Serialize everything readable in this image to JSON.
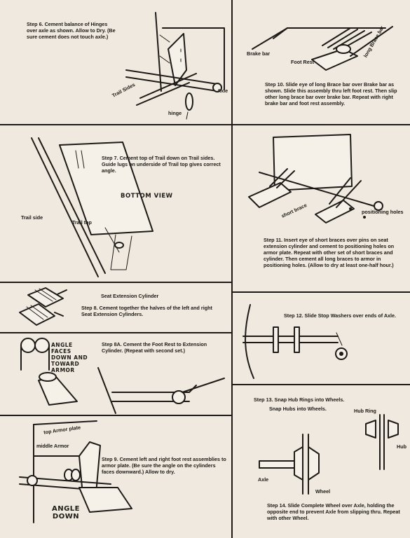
{
  "steps": {
    "s6": "Step 6. Cement balance of Hinges over axle as shown. Allow to Dry. (Be sure cement does not touch axle.)",
    "s7": "Step 7. Cement top of Trail down on Trail sides. Guide lugs on underside of Trail top gives correct angle.",
    "s8": "Step 8. Cement together the halves of the left and right Seat Extension Cylinders.",
    "s8a": "Step 8A. Cement the Foot Rest to Extension Cylinder. (Repeat with second set.)",
    "s9": "Step 9. Cement left and right foot rest assemblies to armor plate. (Be sure the angle on the cylinders faces downward.) Allow to dry.",
    "s10": "Step 10. Slide eye of long Brace bar over Brake bar as shown. Slide this assembly thru left foot rest. Then slip other long brace bar over brake bar. Repeat with right brake bar and foot rest assembly.",
    "s11": "Step 11. Insert eye of short braces over pins on seat extension cylinder and cement to positioning holes on armor plate. Repeat with other set of short braces and cylinder. Then cement all long braces to armor in positioning holes. (Allow to dry at least one-half hour.)",
    "s12": "Step 12. Slide Stop Washers over ends of Axle.",
    "s13": "Step 13. Snap Hub Rings into Wheels.",
    "s13b": "Snap Hubs into Wheels.",
    "s14": "Step 14. Slide Complete Wheel over Axle, holding the opposite end to prevent Axle from slipping thru. Repeat with other Wheel."
  },
  "labels": {
    "trail_sides": "Trail Sides",
    "axle": "Axle",
    "hinge": "hinge",
    "brake_bar": "Brake bar",
    "foot_rest": "Foot Rest",
    "long_brace_bar": "long Brace bar",
    "bottom_view": "BOTTOM VIEW",
    "trail_side": "Trail side",
    "trail_top": "Trail top",
    "short_brace": "short brace",
    "positioning_holes": "positioning holes",
    "seat_extension_cylinder": "Seat Extension Cylinder",
    "angle_faces": "ANGLE FACES DOWN AND TOWARD ARMOR",
    "top_armor_plate": "top Armor plate",
    "middle_armor": "middle Armor",
    "angle_down": "ANGLE DOWN",
    "hub_ring": "Hub Ring",
    "hub": "Hub",
    "axle2": "Axle",
    "wheel": "Wheel"
  }
}
